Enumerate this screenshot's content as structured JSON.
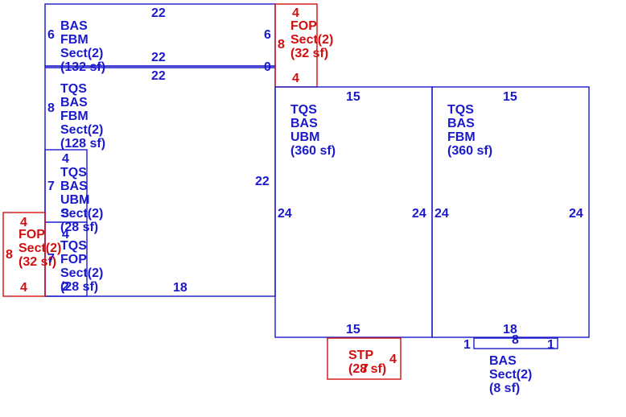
{
  "colors": {
    "primary": "#1a1acc",
    "secondary": "#d01010"
  },
  "areas": {
    "bas_top": [
      "BAS",
      "FBM",
      "Sect(2)",
      "(132 sf)"
    ],
    "tqs_bas_fbm_left": [
      "TQS",
      "BAS",
      "FBM",
      "Sect(2)",
      "(128 sf)"
    ],
    "tqs_bas_ubm_left": [
      "TQS",
      "BAS",
      "UBM",
      "Sect(2)",
      "(28 sf)"
    ],
    "tqs_fop_left": [
      "TQS",
      "FOP",
      "Sect(2)",
      "(28 sf)"
    ],
    "fop_top": [
      "FOP",
      "Sect(2)",
      "(32 sf)"
    ],
    "fop_left": [
      "FOP",
      "Sect(2)",
      "(32 sf)"
    ],
    "tqs_bas_ubm_center": [
      "TQS",
      "BAS",
      "UBM",
      "(360 sf)"
    ],
    "tqs_bas_fbm_right": [
      "TQS",
      "BAS",
      "FBM",
      "(360 sf)"
    ],
    "stp": [
      "STP",
      "(28 sf)"
    ],
    "bas_small": [
      "BAS",
      "Sect(2)",
      "(8 sf)"
    ]
  },
  "dimensions": {
    "top_22_a": "22",
    "left_6": "6",
    "right_6": "6",
    "mid_22_a": "22",
    "mid_22_b": "22",
    "zero": "0",
    "fop_top_4a": "4",
    "fop_top_8": "8",
    "fop_top_4b": "4",
    "left_8": "8",
    "left_4": "4",
    "left_7a": "7",
    "left_22": "22",
    "left_3": "3",
    "left_4b": "4",
    "left_7b": "7",
    "left_2": "2",
    "bottom_18": "18",
    "fop_left_4a": "4",
    "fop_left_8": "8",
    "fop_left_4b": "4",
    "center_15_top": "15",
    "center_24_left": "24",
    "center_24_right": "24",
    "center_15_bottom": "15",
    "right_15_top": "15",
    "right_24_left": "24",
    "right_24_right": "24",
    "right_18": "18",
    "small_8": "8",
    "small_1a": "1",
    "small_1b": "1",
    "stp_4": "4",
    "stp_7": "7"
  }
}
